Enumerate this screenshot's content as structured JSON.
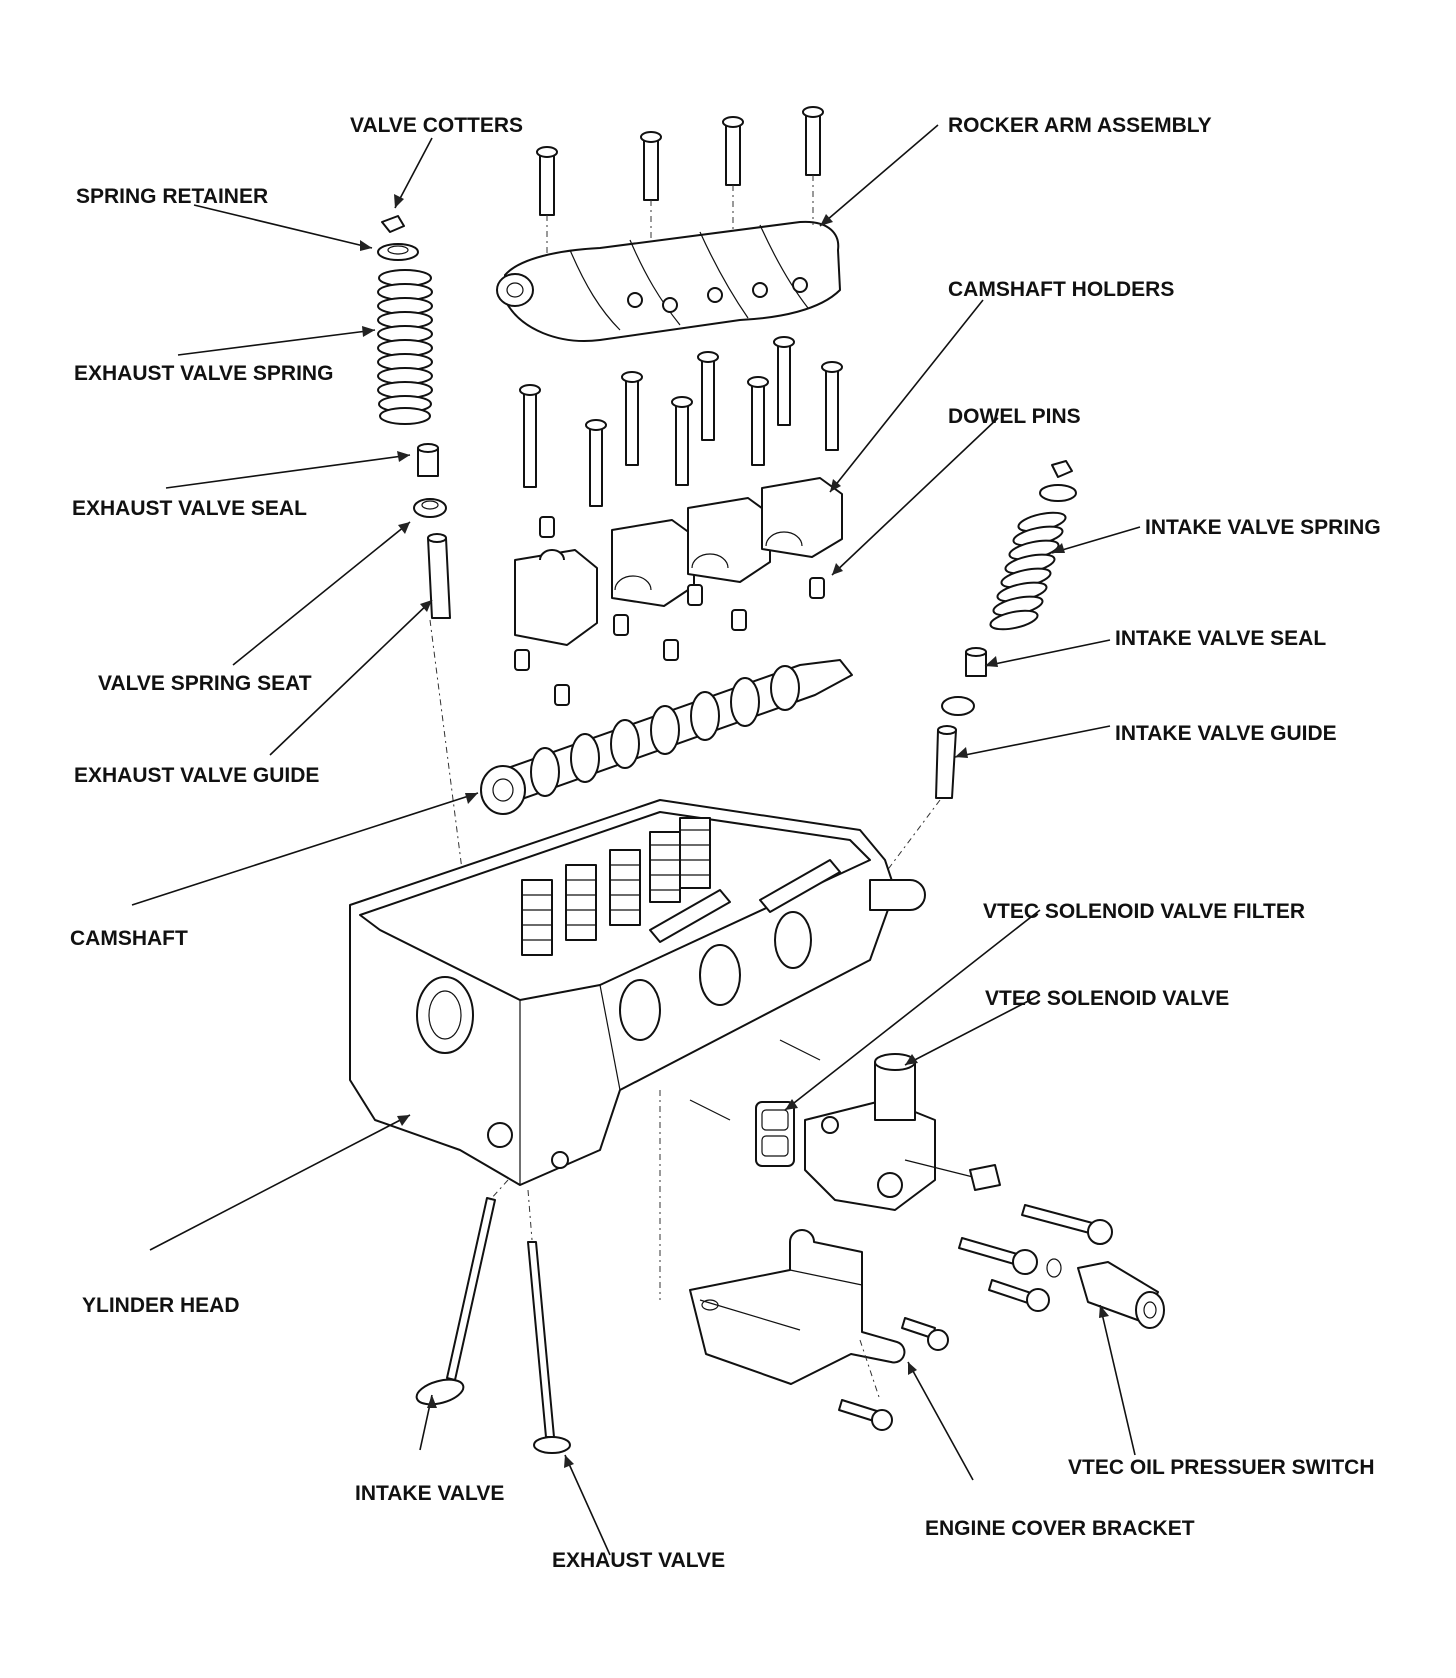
{
  "labels": {
    "valve_cotters": "VALVE COTTERS",
    "spring_retainer": "SPRING RETAINER",
    "exhaust_valve_spring": "EXHAUST VALVE SPRING",
    "exhaust_valve_seal": "EXHAUST VALVE SEAL",
    "valve_spring_seat": "VALVE SPRING SEAT",
    "exhaust_valve_guide": "EXHAUST VALVE GUIDE",
    "camshaft": "CAMSHAFT",
    "cylinder_head": "YLINDER HEAD",
    "intake_valve": "INTAKE VALVE",
    "exhaust_valve": "EXHAUST VALVE",
    "rocker_arm_assembly": "ROCKER ARM ASSEMBLY",
    "camshaft_holders": "CAMSHAFT HOLDERS",
    "dowel_pins": "DOWEL PINS",
    "intake_valve_spring": "INTAKE VALVE SPRING",
    "intake_valve_seal": "INTAKE VALVE SEAL",
    "intake_valve_guide": "INTAKE VALVE GUIDE",
    "vtec_solenoid_valve_filter": "VTEC SOLENOID VALVE FILTER",
    "vtec_solenoid_valve": "VTEC SOLENOID VALVE",
    "vtec_oil_pressure_switch": "VTEC OIL PRESSUER SWITCH",
    "engine_cover_bracket": "ENGINE COVER BRACKET"
  }
}
